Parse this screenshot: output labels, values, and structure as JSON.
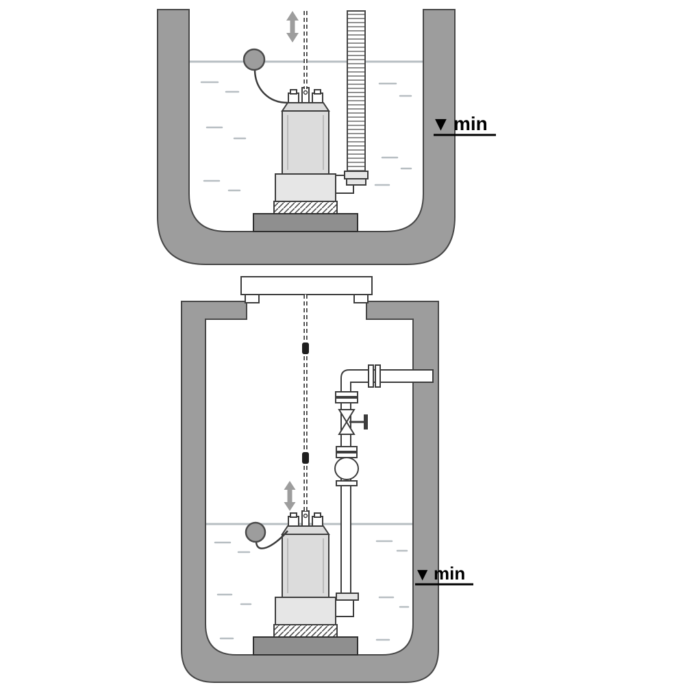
{
  "diagram": {
    "name": "Submersible pump pit installation diagram",
    "panels": {
      "top": {
        "min_marker": "▼",
        "min_label": "min"
      },
      "bottom": {
        "min_marker": "▼",
        "min_label": "min"
      }
    },
    "colors": {
      "pit_wall": "#9d9d9d",
      "outline": "#3c3c3c",
      "water": "#b7bec2",
      "arrow": "#9d9d9d",
      "pump_shade": "#dcdcdc",
      "base_plate": "#8f8f8f",
      "label": "#000000",
      "background": "#ffffff"
    },
    "components": {
      "top": [
        "pit",
        "water-level",
        "float-switch",
        "submersible-pump",
        "lifting-chain",
        "movement-arrow",
        "corrugated-discharge-hose",
        "base-plate",
        "min-level-mark"
      ],
      "bottom": [
        "pit",
        "cover-slab",
        "water-level",
        "float-switch",
        "submersible-pump",
        "lifting-chain",
        "chain-stops",
        "movement-arrow",
        "discharge-pipe",
        "pipe-elbow",
        "shut-off-valve",
        "check-valve",
        "base-plate",
        "min-level-mark"
      ]
    }
  }
}
